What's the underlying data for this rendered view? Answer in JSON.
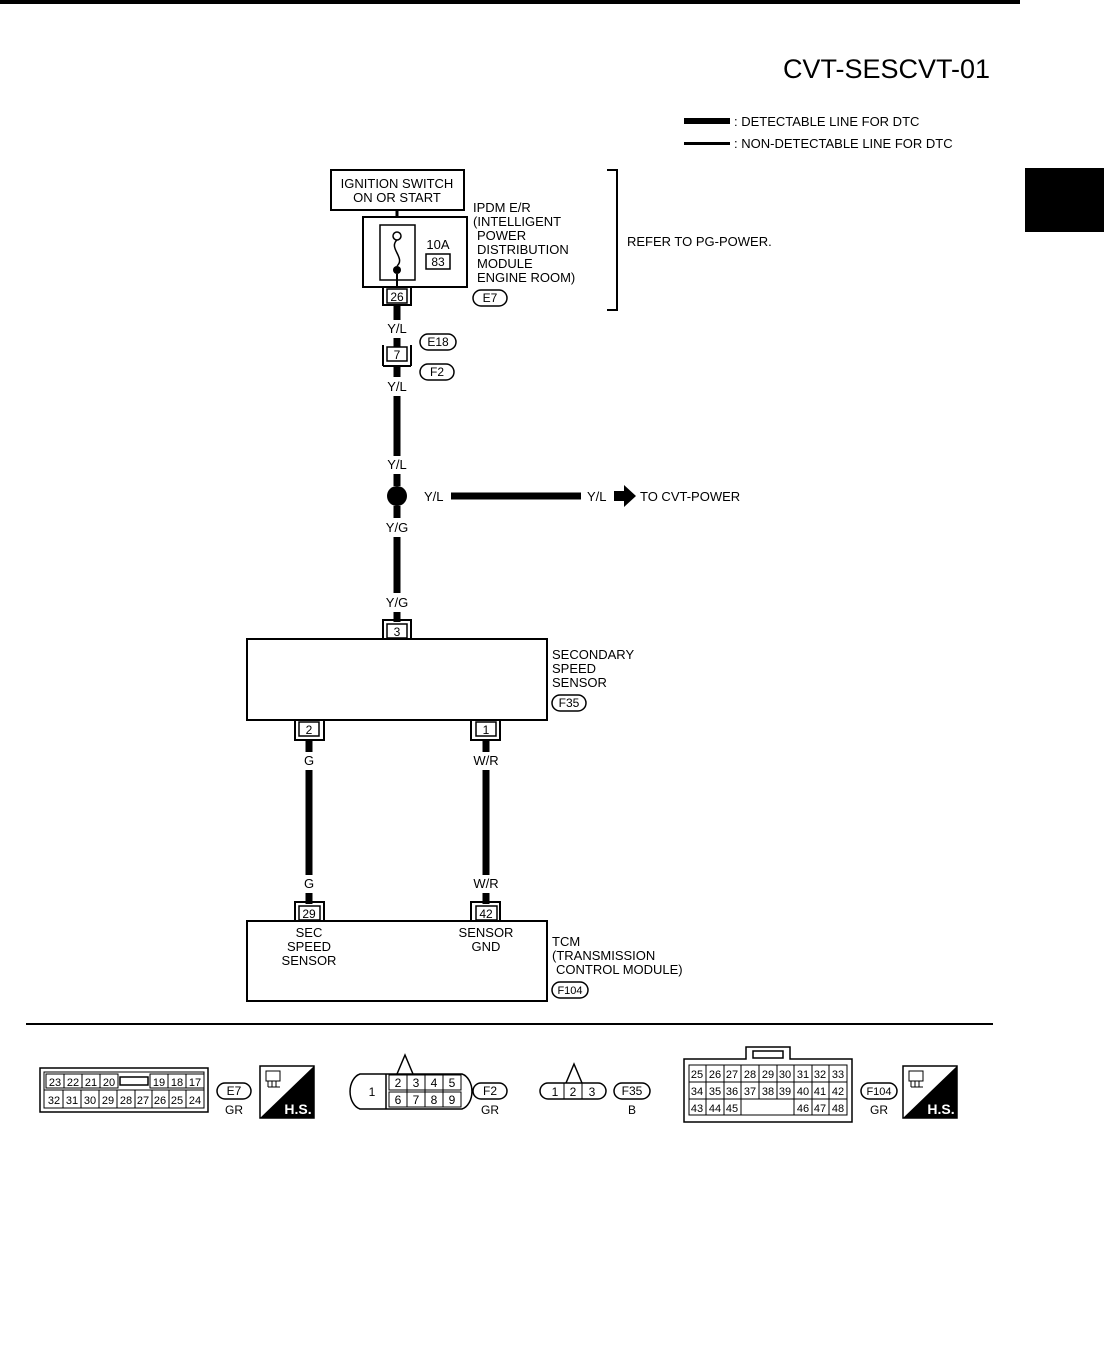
{
  "page": {
    "code": "CVT-SESCVT-01"
  },
  "legend": {
    "detectable": ": DETECTABLE LINE FOR DTC",
    "non_detectable": ": NON-DETECTABLE LINE FOR DTC"
  },
  "ignition": {
    "line1": "IGNITION SWITCH",
    "line2": "ON OR START"
  },
  "ipdm": {
    "lines": [
      "IPDM E/R",
      "(INTELLIGENT",
      "POWER",
      "DISTRIBUTION",
      "MODULE",
      "ENGINE ROOM)"
    ],
    "fuse_rating": "10A",
    "fuse_number": "83",
    "terminal": "26",
    "connector": "E7",
    "refer": "REFER TO PG-POWER."
  },
  "wires": {
    "yl": "Y/L",
    "yg": "Y/G",
    "g": "G",
    "wr": "W/R",
    "to_cvt_power": "TO CVT-POWER"
  },
  "junction": {
    "terminal": "7",
    "connector_top": "E18",
    "connector_bottom": "F2"
  },
  "secondary_sensor": {
    "lines": [
      "SECONDARY",
      "SPEED",
      "SENSOR"
    ],
    "connector": "F35",
    "terminal_top": "3",
    "terminal_left": "2",
    "terminal_right": "1"
  },
  "tcm": {
    "lines": [
      "TCM",
      "(TRANSMISSION",
      "CONTROL MODULE)"
    ],
    "connector": "F104",
    "terminal_left": "29",
    "terminal_right": "42",
    "left_label": [
      "SEC",
      "SPEED",
      "SENSOR"
    ],
    "right_label": [
      "SENSOR",
      "GND"
    ]
  },
  "connector_views": {
    "e7": {
      "top_left": [
        "23",
        "22",
        "21",
        "20"
      ],
      "top_right": [
        "19",
        "18",
        "17"
      ],
      "bottom": [
        "32",
        "31",
        "30",
        "29",
        "28",
        "27",
        "26",
        "25",
        "24"
      ],
      "id": "E7",
      "color": "GR"
    },
    "f2": {
      "single": "1",
      "top": [
        "2",
        "3",
        "4",
        "5"
      ],
      "bottom": [
        "6",
        "7",
        "8",
        "9"
      ],
      "id": "F2",
      "color": "GR"
    },
    "f35": {
      "pins": [
        "1",
        "2",
        "3"
      ],
      "id": "F35",
      "color": "B"
    },
    "f104": {
      "row1": [
        "25",
        "26",
        "27",
        "28",
        "29",
        "30",
        "31",
        "32",
        "33"
      ],
      "row2": [
        "34",
        "35",
        "36",
        "37",
        "38",
        "39",
        "40",
        "41",
        "42"
      ],
      "row3_left": [
        "43",
        "44",
        "45"
      ],
      "row3_right": [
        "46",
        "47",
        "48"
      ],
      "id": "F104",
      "color": "GR"
    },
    "hs_label": "H.S."
  }
}
